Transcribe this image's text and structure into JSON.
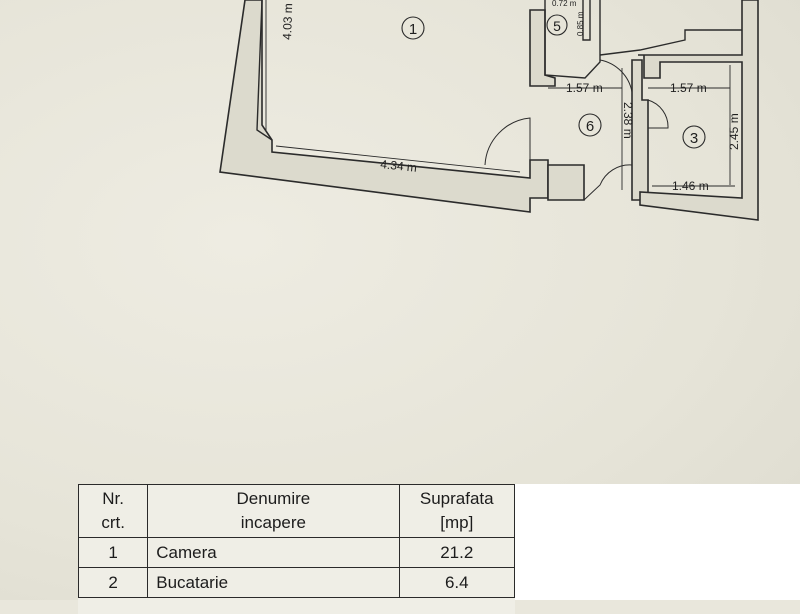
{
  "plan": {
    "rooms": [
      {
        "id": "1",
        "label": "1"
      },
      {
        "id": "3",
        "label": "3"
      },
      {
        "id": "5",
        "label": "5"
      },
      {
        "id": "6",
        "label": "6"
      }
    ],
    "dimensions": {
      "room1_height": "4.03 m",
      "room1_width": "4.34 m",
      "room5_a": "0.72 m",
      "room5_b": "0.85 m",
      "hall_left": "1.57 m",
      "hall_height": "2.38 m",
      "room3_top": "1.57 m",
      "room3_height": "2.45 m",
      "room3_bottom": "1.46 m"
    }
  },
  "table": {
    "headers": {
      "nr_line1": "Nr.",
      "nr_line2": "crt.",
      "name_line1": "Denumire",
      "name_line2": "incapere",
      "area_line1": "Suprafata",
      "area_line2": "[mp]"
    },
    "rows": [
      {
        "nr": "1",
        "name": "Camera",
        "area": "21.2"
      },
      {
        "nr": "2",
        "name": "Bucatarie",
        "area": "6.4"
      }
    ]
  }
}
